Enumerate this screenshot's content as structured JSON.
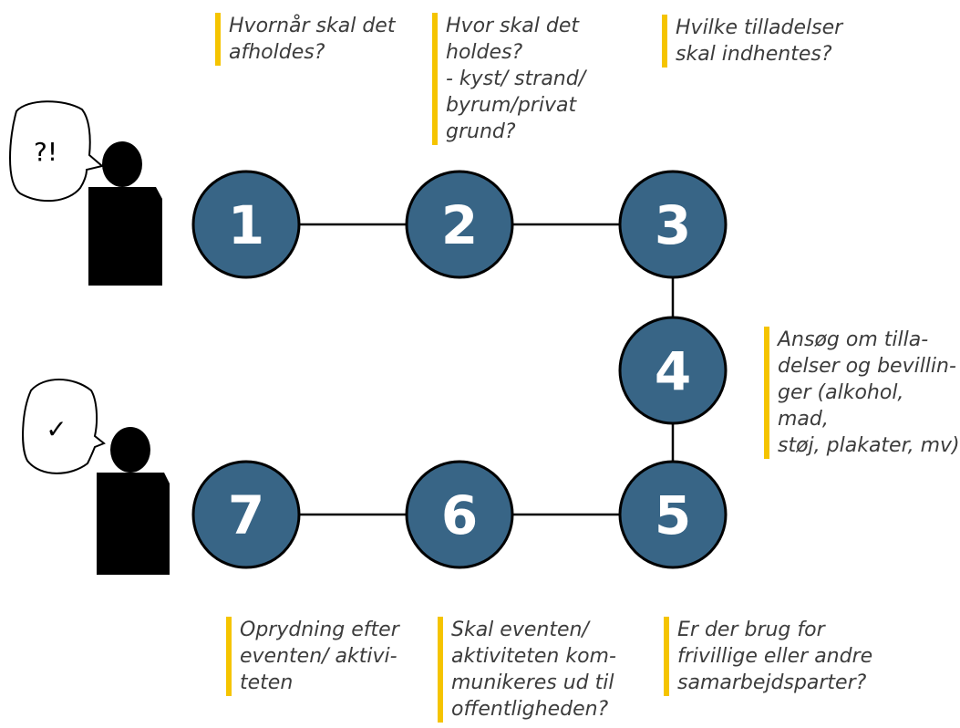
{
  "colors": {
    "circle_fill": "#386586",
    "circle_stroke": "#000000",
    "accent_bar": "#f5c400",
    "note_text": "#3c3c3c"
  },
  "steps": [
    {
      "number": "1"
    },
    {
      "number": "2"
    },
    {
      "number": "3"
    },
    {
      "number": "4"
    },
    {
      "number": "5"
    },
    {
      "number": "6"
    },
    {
      "number": "7"
    }
  ],
  "notes": {
    "step1": "Hvornår skal det\nafholdes?",
    "step2": "Hvor skal det\nholdes?\n- kyst/ strand/\nbyrum/privat\ngrund?",
    "step3": "Hvilke tilladelser\nskal indhentes?",
    "step4": "Ansøg om tilla-\ndelser og bevillin-\nger (alkohol, mad,\nstøj, plakater, mv)",
    "step5": "Er der brug for\nfrivillige eller andre\nsamarbejdsparter?",
    "step6": "Skal eventen/\naktiviteten kom-\nmunikeres ud til\noffentligheden?",
    "step7": "Oprydning efter\neventen/ aktivi-\nteten"
  },
  "bubbles": {
    "start": "?!",
    "end": "✓"
  },
  "icons": {
    "start_person": "person-icon",
    "end_person": "person-icon",
    "check": "checkmark-icon"
  }
}
